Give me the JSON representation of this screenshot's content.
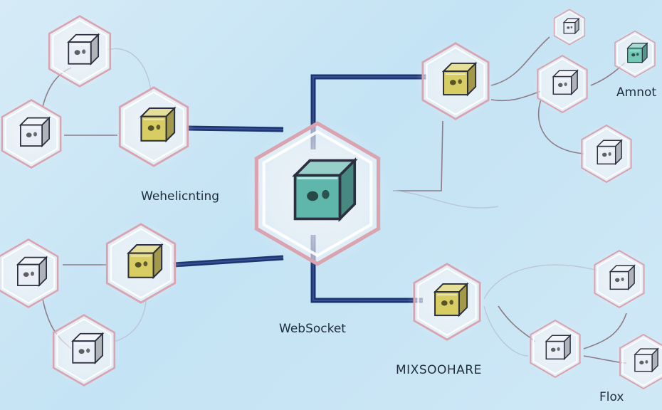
{
  "labels": {
    "left_middle": "Wehelicnting",
    "center_bottom": "WebSocket",
    "bottom_right_center": "MIXSOOHARE",
    "top_right": "Amnot",
    "bottom_right": "Flox"
  },
  "colors": {
    "background": "#cfe8f6",
    "connector": "#1d3470",
    "wire": "#8c7c86",
    "hub_cube": "#5fb7ac",
    "node_cube_yellow": "#d8cd63",
    "node_cube_teal": "#74c8b8",
    "node_cube_white": "#eaeef6",
    "hex_frame": "#f2f2f6",
    "hex_frame_accent": "#d9a3b0"
  },
  "nodes": [
    {
      "id": "tl-top",
      "cube": "white"
    },
    {
      "id": "tl-mid",
      "cube": "white"
    },
    {
      "id": "yellow-left-top",
      "cube": "yellow"
    },
    {
      "id": "bl-top",
      "cube": "white"
    },
    {
      "id": "bl-bottom",
      "cube": "white"
    },
    {
      "id": "yellow-left-bottom",
      "cube": "yellow"
    },
    {
      "id": "hub",
      "cube": "teal"
    },
    {
      "id": "yellow-right-top",
      "cube": "yellow"
    },
    {
      "id": "yellow-right-bottom",
      "cube": "yellow"
    },
    {
      "id": "tr-small",
      "cube": "white"
    },
    {
      "id": "tr-teal",
      "cube": "teal"
    },
    {
      "id": "r-1",
      "cube": "white"
    },
    {
      "id": "r-2",
      "cube": "white"
    },
    {
      "id": "r-3",
      "cube": "white"
    },
    {
      "id": "br-1",
      "cube": "white"
    },
    {
      "id": "br-2",
      "cube": "white"
    }
  ]
}
